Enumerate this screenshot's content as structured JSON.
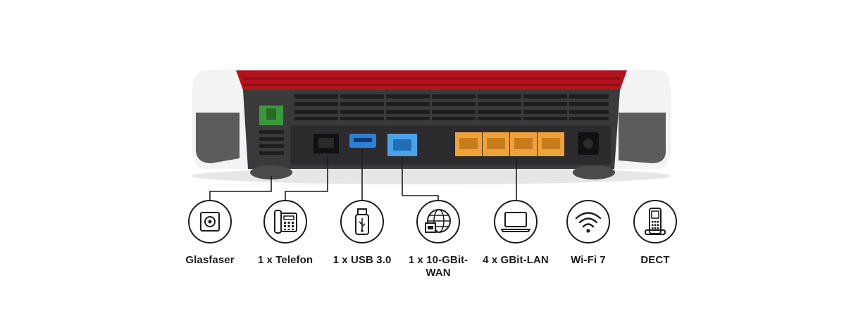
{
  "product": {
    "colors": {
      "housing_red": "#b3131c",
      "housing_white": "#f2f2f2",
      "panel_dark": "#3a3a3c",
      "fiber_green": "#3a9a3a",
      "usb_blue": "#2e7fd6",
      "wan_blue": "#4aa3e8",
      "lan_orange": "#f0a23a"
    }
  },
  "features": [
    {
      "label": "Glasfaser",
      "icon": "fiber-socket-icon"
    },
    {
      "label": "1 x Telefon",
      "icon": "telephone-icon"
    },
    {
      "label": "1 x USB 3.0",
      "icon": "usb-icon"
    },
    {
      "label": "1 x 10-GBit-\nWAN",
      "label_line1": "1 x 10-GBit-",
      "label_line2": "WAN",
      "icon": "wan-globe-icon"
    },
    {
      "label": "4 x GBit-LAN",
      "icon": "laptop-icon"
    },
    {
      "label": "Wi-Fi 7",
      "icon": "wifi-icon"
    },
    {
      "label": "DECT",
      "icon": "dect-phone-icon"
    }
  ]
}
